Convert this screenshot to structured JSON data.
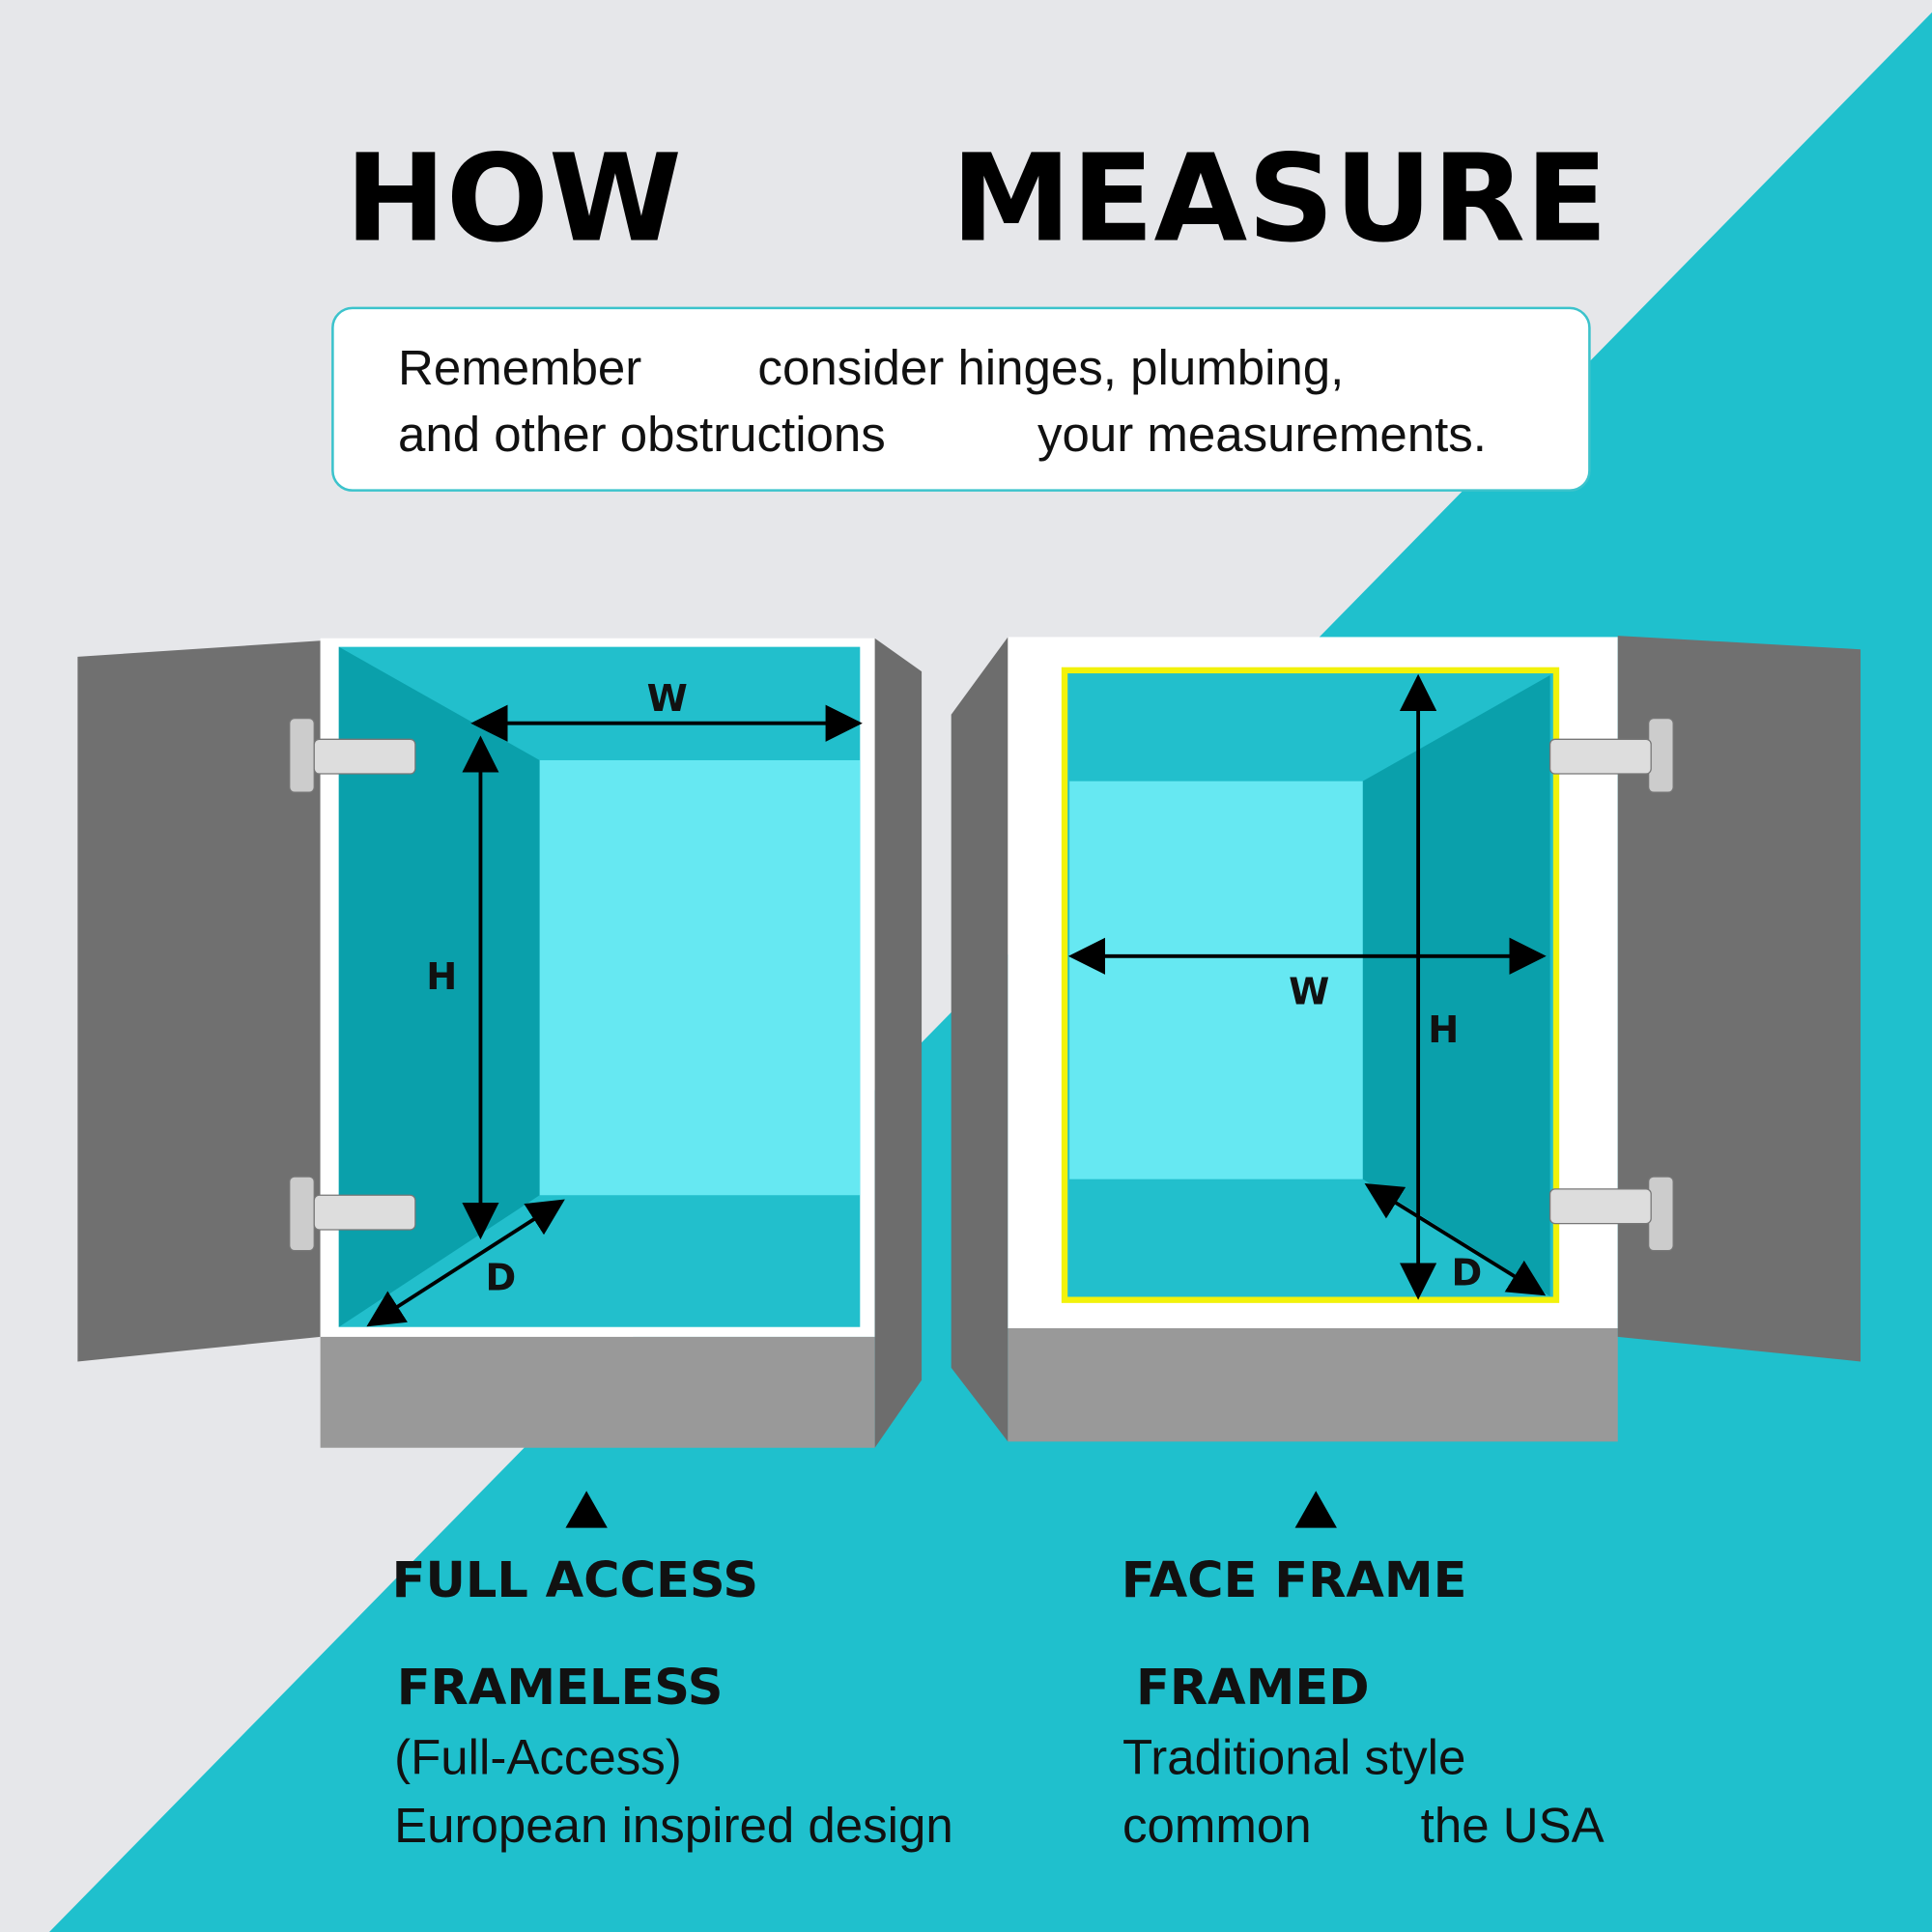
{
  "title": {
    "left": "HOW",
    "right": "MEASURE"
  },
  "note": {
    "line1_a": "Remember",
    "line1_b": "consider hinges, plumbing,",
    "line2_a": "and other obstructions",
    "line2_b": "your measurements."
  },
  "left_cabinet": {
    "w": "W",
    "h": "H",
    "d": "D"
  },
  "right_cabinet": {
    "w": "W",
    "h": "H",
    "d": "D"
  },
  "left_caption": {
    "heading": "FULL ACCESS",
    "sub": "FRAMELESS",
    "line1": "(Full-Access)",
    "line2": "European inspired design"
  },
  "right_caption": {
    "heading": "FACE FRAME",
    "sub": "FRAMED",
    "line1": "Traditional style",
    "line2_a": "common",
    "line2_b": "the USA"
  },
  "colors": {
    "background": "#e6e7ea",
    "teal": "#1fc0cd",
    "back_panel": "#66e8f2",
    "side_panel": "#0aa0ab",
    "door": "#707070",
    "frame_highlight": "#f2f20a"
  }
}
